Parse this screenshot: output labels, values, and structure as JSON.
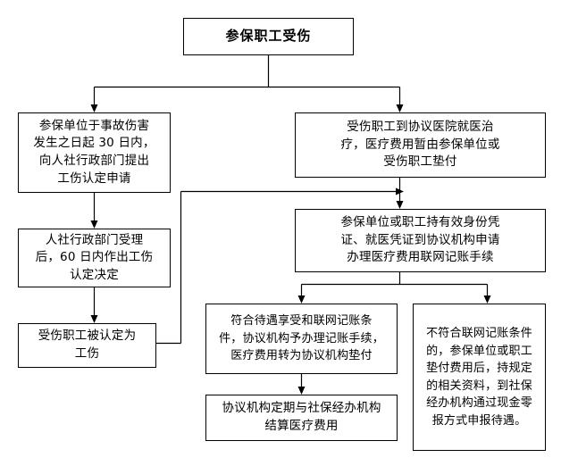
{
  "chart_data": {
    "type": "diagram",
    "title": "参保职工受伤 工伤医疗费用处理流程图",
    "diagram_kind": "flowchart",
    "orientation": "top-down",
    "nodes": [
      {
        "id": "n1",
        "label": "参保职工受伤"
      },
      {
        "id": "n2",
        "label": "参保单位于事故伤害\n发生之日起 30 日内，\n向人社行政部门提出\n工伤认定申请"
      },
      {
        "id": "n3",
        "label": "受伤职工到协议医院就医治\n疗，医疗费用暂由参保单位或\n受伤职工垫付"
      },
      {
        "id": "n4",
        "label": "人社行政部门受理\n后，60 日内作出工伤\n认定决定"
      },
      {
        "id": "n5",
        "label": "参保单位或职工持有效身份凭\n证、就医凭证到协议机构申请\n办理医疗费用联网记账手续"
      },
      {
        "id": "n6",
        "label": "受伤职工被认定为\n工伤"
      },
      {
        "id": "n7",
        "label": "符合待遇享受和联网记账条\n件，协议机构予办理记账手续，\n医疗费用转为协议机构垫付"
      },
      {
        "id": "n8",
        "label": "不符合联网记账条件\n的，参保单位或职工\n垫付费用后，持规定\n的相关资料，到社保\n经办机构通过现金零\n报方式申报待遇。"
      },
      {
        "id": "n9",
        "label": "协议机构定期与社保经办机构\n结算医疗费用"
      }
    ],
    "edges": [
      {
        "from": "n1",
        "to": "n2"
      },
      {
        "from": "n1",
        "to": "n3"
      },
      {
        "from": "n2",
        "to": "n4"
      },
      {
        "from": "n4",
        "to": "n6"
      },
      {
        "from": "n3",
        "to": "n5"
      },
      {
        "from": "n6",
        "to": "n5"
      },
      {
        "from": "n5",
        "to": "n7"
      },
      {
        "from": "n5",
        "to": "n8"
      },
      {
        "from": "n7",
        "to": "n9"
      }
    ],
    "colors": {
      "background": "#ffffff",
      "node_fill": "#ffffff",
      "node_border": "#000000",
      "connector": "#000000",
      "text": "#000000"
    }
  },
  "diagram": {
    "start": {
      "label": "参保职工受伤"
    },
    "left_branch": {
      "step1": "参保单位于事故伤害\n发生之日起 30 日内，\n向人社行政部门提出\n工伤认定申请",
      "step2": "人社行政部门受理\n后，60 日内作出工伤\n认定决定",
      "step3": "受伤职工被认定为\n工伤"
    },
    "right_branch": {
      "step1": "受伤职工到协议医院就医治\n疗，医疗费用暂由参保单位或\n受伤职工垫付",
      "step2": "参保单位或职工持有效身份凭\n证、就医凭证到协议机构申请\n办理医疗费用联网记账手续",
      "outcome_qualified": "符合待遇享受和联网记账条\n件，协议机构予办理记账手续，\n医疗费用转为协议机构垫付",
      "outcome_not_qualified": "不符合联网记账条件\n的，参保单位或职工\n垫付费用后，持规定\n的相关资料，到社保\n经办机构通过现金零\n报方式申报待遇。",
      "settlement": "协议机构定期与社保经办机构\n结算医疗费用"
    }
  }
}
